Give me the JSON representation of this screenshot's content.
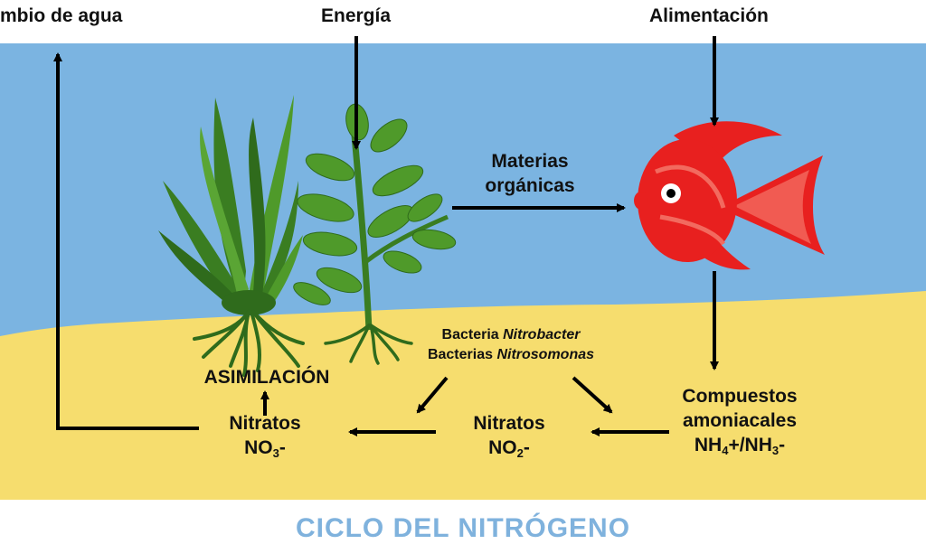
{
  "labels": {
    "water_change": "mbio de agua",
    "energy": "Energía",
    "feeding": "Alimentación",
    "organic_1": "Materias",
    "organic_2": "orgánicas",
    "bacteria_1_prefix": "Bacteria ",
    "bacteria_1_name": "Nitrobacter",
    "bacteria_2_prefix": "Bacterias ",
    "bacteria_2_name": "Nitrosomonas",
    "assimilation": "ASIMILACIÓN",
    "nitrates_1": "Nitratos",
    "nitrates_1_formula_pre": "NO",
    "nitrates_1_formula_sub": "3",
    "nitrates_1_formula_post": "-",
    "nitrates_2": "Nitratos",
    "nitrates_2_formula_pre": "NO",
    "nitrates_2_formula_sub": "2",
    "nitrates_2_formula_post": "-",
    "ammonia_1": "Compuestos",
    "ammonia_2": "amoniacales",
    "ammonia_formula_a": "NH",
    "ammonia_formula_sub_a": "4",
    "ammonia_formula_b": "+/NH",
    "ammonia_formula_sub_b": "3",
    "ammonia_formula_c": "-"
  },
  "title": "CICLO DEL NITRÓGENO",
  "colors": {
    "water": "#7bb4e1",
    "sand": "#f6dd6e",
    "plant_dark": "#2f6b1c",
    "plant_light": "#4f9a2a",
    "fish": "#e8201f",
    "fish_light": "#f26a5f",
    "title": "#7fb2dd"
  }
}
